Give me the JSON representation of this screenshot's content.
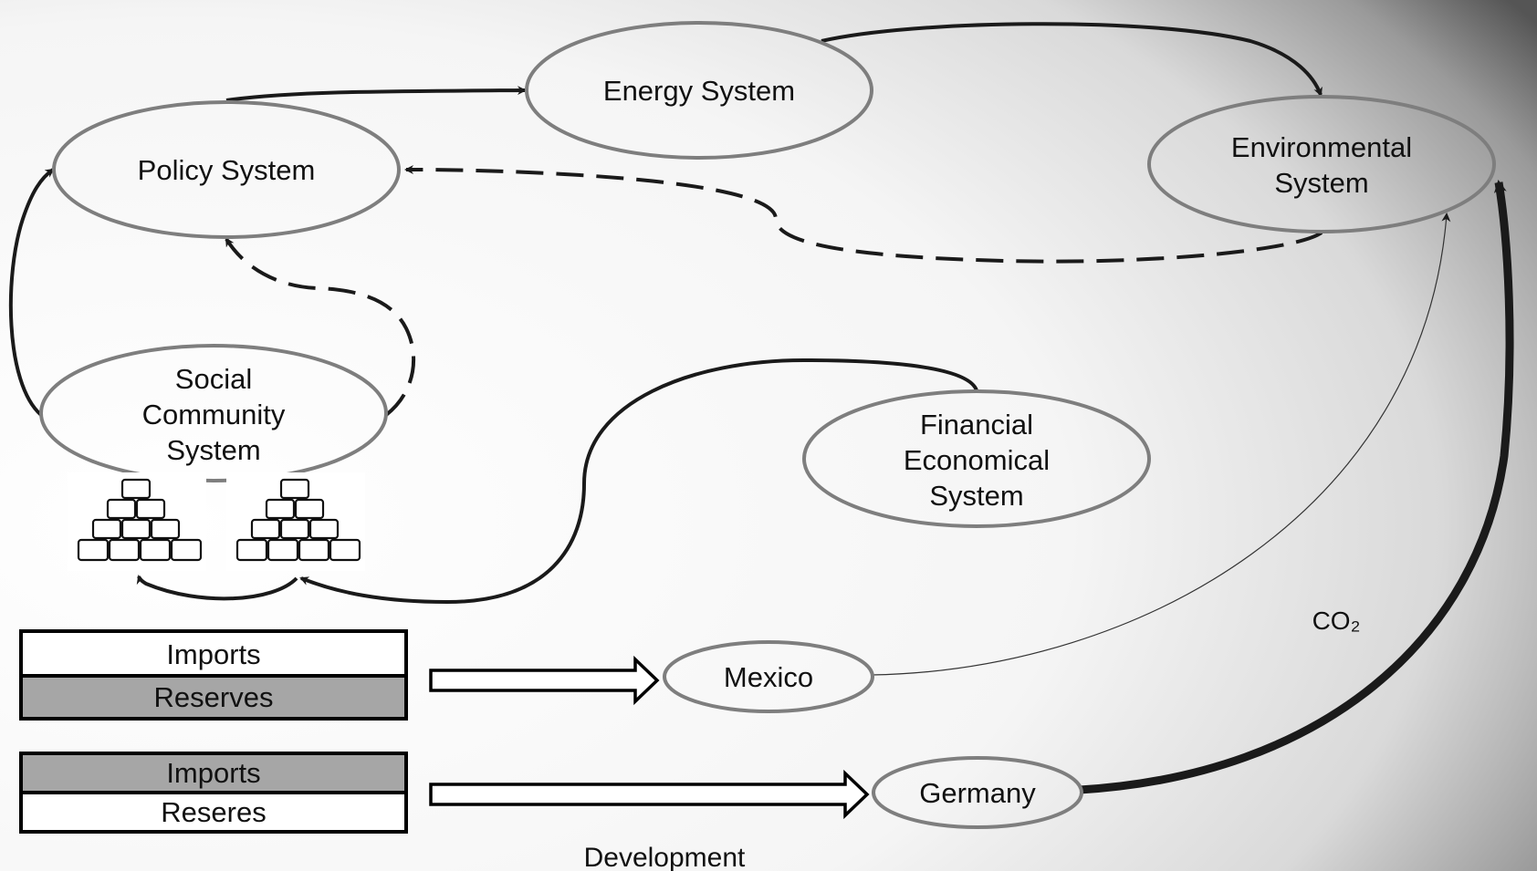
{
  "nodes": {
    "energy": {
      "label": "Energy System"
    },
    "policy": {
      "label": "Policy System"
    },
    "environmental": {
      "label_lines": [
        "Environmental",
        "System"
      ]
    },
    "social": {
      "label_lines": [
        "Social",
        "Community",
        "System"
      ]
    },
    "financial": {
      "label_lines": [
        "Financial",
        "Economical",
        "System"
      ]
    },
    "mexico": {
      "label": "Mexico"
    },
    "germany": {
      "label": "Germany"
    }
  },
  "boxes": {
    "mexico_stack": {
      "top": "Imports",
      "bottom": "Reserves"
    },
    "germany_stack": {
      "top": "Imports",
      "bottom": "Reseres"
    }
  },
  "annotations": {
    "co2": "CO₂",
    "development": "Development"
  },
  "colors": {
    "ellipse_stroke": "#7e7e7e",
    "box_shaded": "#a6a6a6",
    "line": "#1a1a1a"
  }
}
